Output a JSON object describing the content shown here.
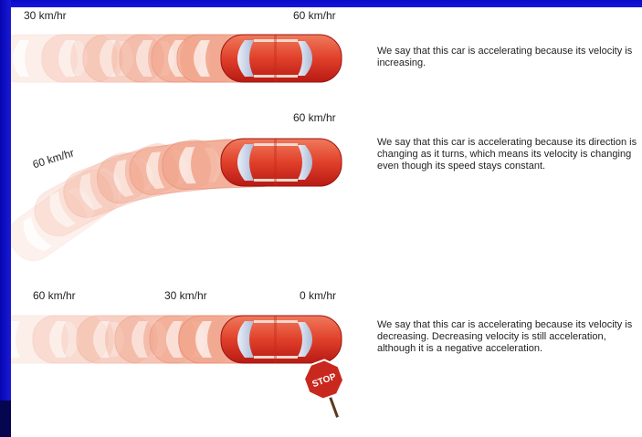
{
  "colors": {
    "frame_blue": "#1414d8",
    "car_red": "#d8301c",
    "car_light": "#f6c8b6",
    "stop_red": "#c8281e"
  },
  "rows": [
    {
      "speed_labels": [
        "30 km/hr",
        "60 km/hr"
      ],
      "description": "We say that this car is accelerating because its velocity is increasing."
    },
    {
      "speed_labels": [
        "60 km/hr",
        "60 km/hr"
      ],
      "description": "We say that this car is accelerating because its direction is changing as it turns, which means its velocity is changing even though its speed stays constant."
    },
    {
      "speed_labels": [
        "60 km/hr",
        "30 km/hr",
        "0 km/hr"
      ],
      "description": "We say that this car is accelerating because its velocity is decreasing. Decreasing velocity is still acceleration, although it is a negative acceleration."
    }
  ],
  "stop_sign": {
    "text": "STOP",
    "icon": "stop-sign-icon"
  }
}
